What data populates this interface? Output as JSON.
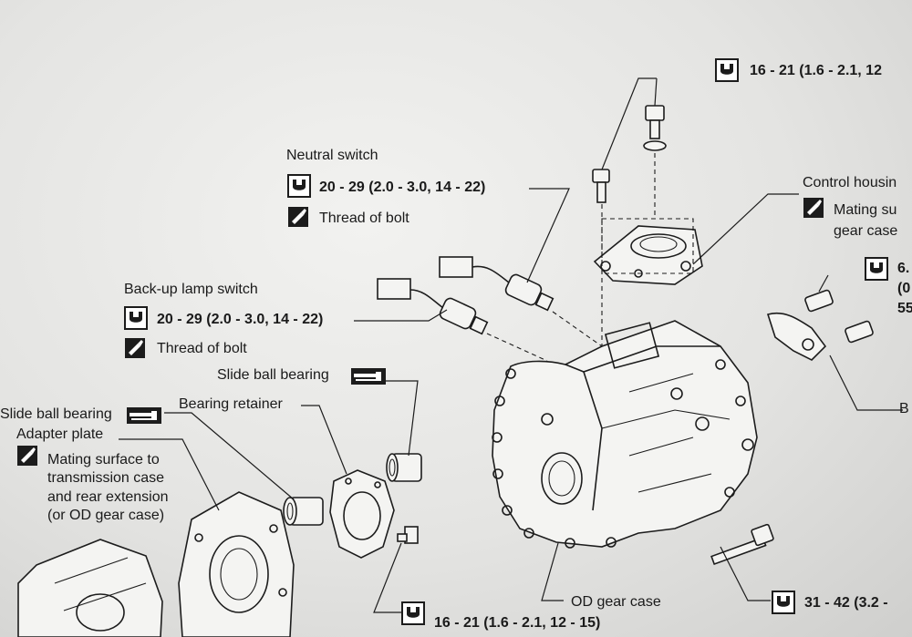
{
  "labels": {
    "neutral_switch": "Neutral switch",
    "neutral_torque": "20 - 29 (2.0 - 3.0, 14 - 22)",
    "neutral_thread": "Thread of bolt",
    "backup_switch": "Back-up lamp switch",
    "backup_torque": "20 - 29 (2.0 - 3.0, 14 - 22)",
    "backup_thread": "Thread of bolt",
    "slide_ball_bearing_1": "Slide ball bearing",
    "slide_ball_bearing_2": "Slide ball bearing",
    "bearing_retainer": "Bearing retainer",
    "adapter_plate": "Adapter plate",
    "adapter_note_1": "Mating surface to",
    "adapter_note_2": "transmission case",
    "adapter_note_3": "and rear extension",
    "adapter_note_4": "(or OD gear case)",
    "top_torque": "16 - 21 (1.6 - 2.1, 12",
    "control_housing": "Control housin",
    "control_note_1": "Mating su",
    "control_note_2": "gear case",
    "right_torque_1": "6.",
    "right_torque_2": "(0",
    "right_torque_3": "55",
    "right_edge_label": "B",
    "od_gear_case": "OD gear case",
    "bottom_torque": "16 - 21 (1.6 - 2.1, 12 - 15)",
    "bottom_right_torque": "31 - 42 (3.2 -"
  },
  "icons": {
    "torque": "torque-wrench-icon",
    "sealant": "sealant-tube-icon",
    "grease": "grease-icon"
  },
  "colors": {
    "ink": "#1c1c1c",
    "paper": "#ecebe8"
  }
}
